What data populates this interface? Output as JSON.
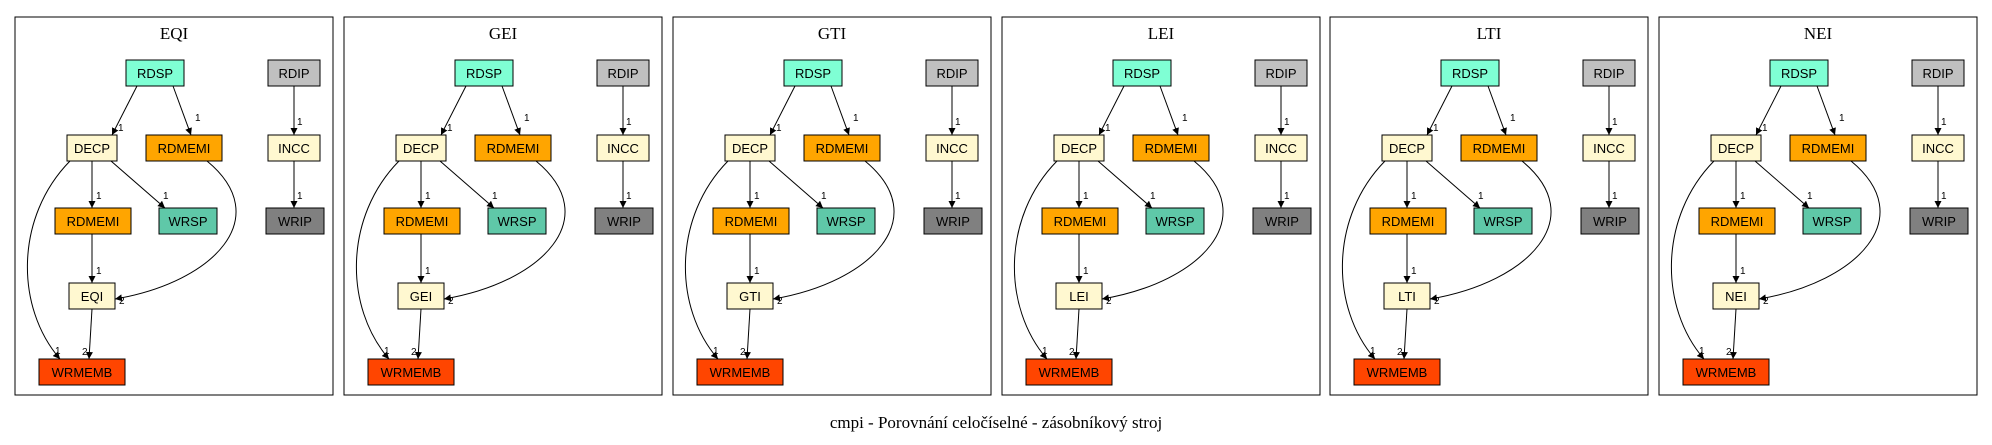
{
  "caption": "cmpi - Porovnání celočíselné - zásobníkový stroj",
  "colors": {
    "RDSP": "#7fffd4",
    "RDIP": "#c0c0c0",
    "DECP": "#fff8d0",
    "INCC": "#fff8d0",
    "RDMEMI": "#ffa500",
    "WRSP": "#5fc8a8",
    "WRIP": "#808080",
    "CMP": "#fff8d0",
    "WRMEMB": "#ff4500"
  },
  "panels": [
    {
      "title": "EQI",
      "op": "EQI"
    },
    {
      "title": "GEI",
      "op": "GEI"
    },
    {
      "title": "GTI",
      "op": "GTI"
    },
    {
      "title": "LEI",
      "op": "LEI"
    },
    {
      "title": "LTI",
      "op": "LTI"
    },
    {
      "title": "NEI",
      "op": "NEI"
    }
  ],
  "nodes": {
    "rdsp": "RDSP",
    "rdip": "RDIP",
    "decp": "DECP",
    "rdmemi_top": "RDMEMI",
    "incc": "INCC",
    "rdmemi": "RDMEMI",
    "wrsp": "WRSP",
    "wrip": "WRIP",
    "wrmemb": "WRMEMB"
  },
  "edges": [
    {
      "from": "rdsp",
      "to": "decp",
      "label": "1"
    },
    {
      "from": "rdsp",
      "to": "rdmemi_top",
      "label": "1"
    },
    {
      "from": "rdip",
      "to": "incc",
      "label": "1"
    },
    {
      "from": "decp",
      "to": "rdmemi",
      "label": "1"
    },
    {
      "from": "decp",
      "to": "wrsp",
      "label": "1"
    },
    {
      "from": "incc",
      "to": "wrip",
      "label": "1"
    },
    {
      "from": "rdmemi",
      "to": "op",
      "label": "1"
    },
    {
      "from": "rdmemi_top",
      "to": "op",
      "label": "2"
    },
    {
      "from": "decp",
      "to": "wrmemb",
      "label": "1"
    },
    {
      "from": "op",
      "to": "wrmemb",
      "label": "2"
    }
  ]
}
